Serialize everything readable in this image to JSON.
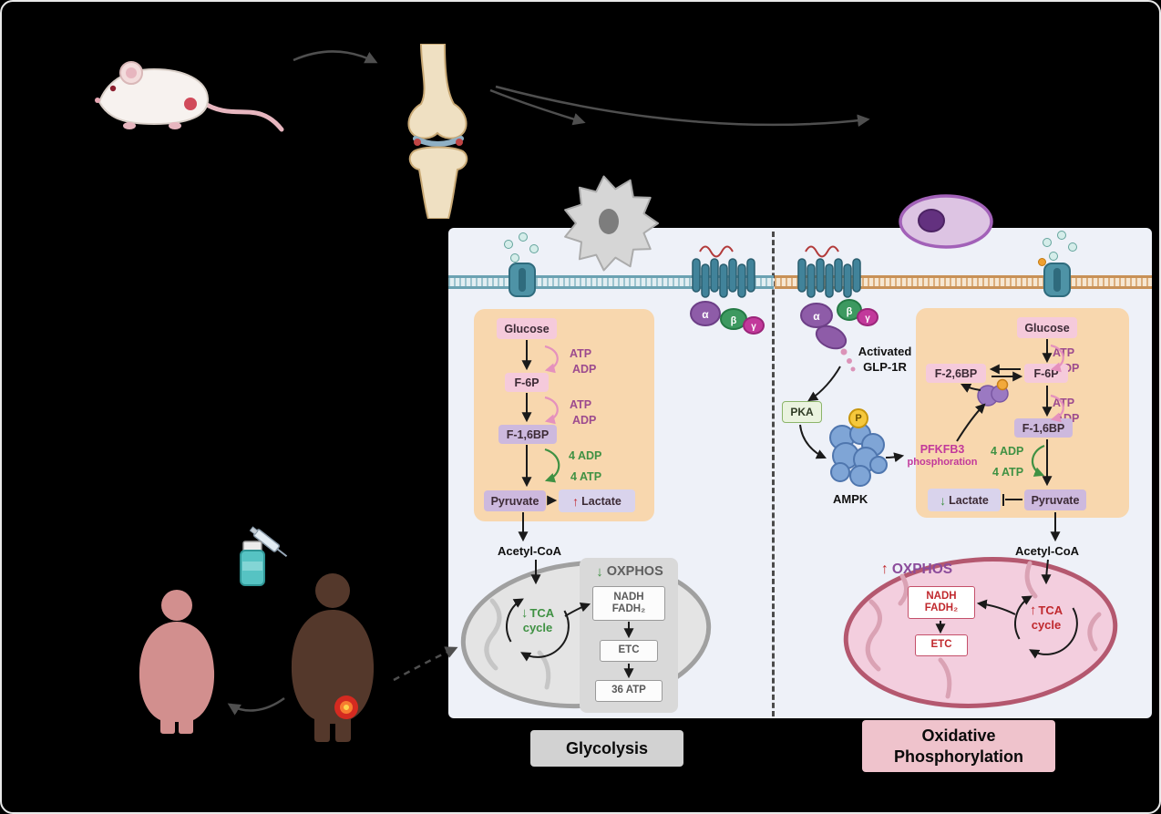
{
  "scene": {
    "left": {
      "pathway": {
        "glucose": "Glucose",
        "atp1": "ATP",
        "adp1": "ADP",
        "f6p": "F-6P",
        "atp2": "ATP",
        "adp2": "ADP",
        "f16bp": "F-1,6BP",
        "adp4": "4 ADP",
        "atp4": "4 ATP",
        "pyruvate": "Pyruvate",
        "lactate": "Lactate",
        "lactate_arrow": "↑"
      },
      "acetyl_coa": "Acetyl-CoA",
      "tca": {
        "arrow": "↓",
        "line1": "TCA",
        "line2": "cycle"
      },
      "oxphos": {
        "arrow": "↓",
        "title": "OXPHOS",
        "nadh": "NADH",
        "fadh2": "FADH₂",
        "etc": "ETC",
        "atp36": "36 ATP"
      },
      "receptor": {
        "alpha": "α",
        "beta": "β",
        "gamma": "γ"
      },
      "section_label": "Glycolysis"
    },
    "right": {
      "activated_line1": "Activated",
      "activated_line2": "GLP-1R",
      "pka": "PKA",
      "phospho": "P",
      "ampk": "AMPK",
      "pfkfb3_line1": "PFKFB3",
      "pfkfb3_line2": "phosphoration",
      "pathway": {
        "glucose": "Glucose",
        "atp1": "ATP",
        "adp1": "ADP",
        "f26bp": "F-2,6BP",
        "f6p": "F-6P",
        "atp2": "ATP",
        "adp2": "ADP",
        "f16bp": "F-1,6BP",
        "adp4": "4 ADP",
        "atp4": "4 ATP",
        "pyruvate": "Pyruvate",
        "lactate": "Lactate",
        "lactate_arrow": "↓"
      },
      "acetyl_coa": "Acetyl-CoA",
      "oxphos": {
        "arrow": "↑",
        "title": "OXPHOS",
        "nadh": "NADH",
        "fadh2": "FADH₂",
        "etc": "ETC"
      },
      "tca": {
        "arrow": "↑",
        "line1": "TCA",
        "line2": "cycle"
      },
      "receptor": {
        "alpha": "α",
        "beta": "β",
        "gamma": "γ"
      },
      "section_label_line1": "Oxidative",
      "section_label_line2": "Phosphorylation"
    }
  }
}
